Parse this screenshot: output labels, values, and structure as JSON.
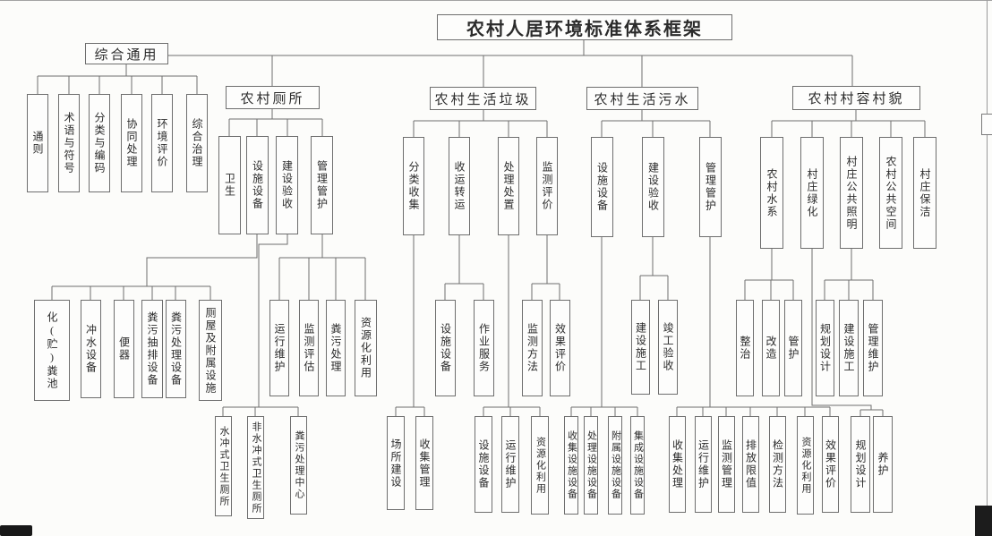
{
  "title": "农村人居环境标准体系框架",
  "colors": {
    "line": "#6e6e6e",
    "box_border": "#6e6e6e",
    "text": "#2b2b2b",
    "background": "#fcfcfa"
  },
  "nodes": [
    {
      "id": "root",
      "label": "农村人居环境标准体系框架",
      "parent": null
    },
    {
      "id": "zonghe",
      "label": "综合通用",
      "parent": "root"
    },
    {
      "id": "cesuo",
      "label": "农村厕所",
      "parent": "root"
    },
    {
      "id": "laji",
      "label": "农村生活垃圾",
      "parent": "root"
    },
    {
      "id": "wushui",
      "label": "农村生活污水",
      "parent": "root"
    },
    {
      "id": "cunmao",
      "label": "农村村容村貌",
      "parent": "root"
    },
    {
      "id": "tongze",
      "label": "通则",
      "parent": "zonghe"
    },
    {
      "id": "shuyu",
      "label": "术语与符号",
      "parent": "zonghe"
    },
    {
      "id": "fenlei",
      "label": "分类与编码",
      "parent": "zonghe"
    },
    {
      "id": "xietong",
      "label": "协同处理",
      "parent": "zonghe"
    },
    {
      "id": "huanjing",
      "label": "环境评价",
      "parent": "zonghe"
    },
    {
      "id": "zhili",
      "label": "综合治理",
      "parent": "zonghe"
    },
    {
      "id": "weisheng",
      "label": "卫生",
      "parent": "cesuo"
    },
    {
      "id": "cs-sheshi",
      "label": "设施设备",
      "parent": "cesuo"
    },
    {
      "id": "cs-jianshe",
      "label": "建设验收",
      "parent": "cesuo"
    },
    {
      "id": "cs-guanli",
      "label": "管理管护",
      "parent": "cesuo"
    },
    {
      "id": "huafen",
      "label": "化(贮)粪池",
      "parent": "cs-sheshi"
    },
    {
      "id": "chongshui",
      "label": "冲水设备",
      "parent": "cs-sheshi"
    },
    {
      "id": "bianqi",
      "label": "便器",
      "parent": "cs-sheshi"
    },
    {
      "id": "choupai",
      "label": "粪污抽排设备",
      "parent": "cs-sheshi"
    },
    {
      "id": "fenchuli",
      "label": "粪污处理设备",
      "parent": "cs-sheshi"
    },
    {
      "id": "cewu",
      "label": "厕屋及附属设施",
      "parent": "cs-sheshi"
    },
    {
      "id": "shuichong",
      "label": "水冲式卫生厕所",
      "parent": "cs-jianshe"
    },
    {
      "id": "feishuichong",
      "label": "非水冲式卫生厕所",
      "parent": "cs-jianshe"
    },
    {
      "id": "fenzhongxin",
      "label": "粪污处理中心",
      "parent": "cs-jianshe"
    },
    {
      "id": "yunxing",
      "label": "运行维护",
      "parent": "cs-guanli"
    },
    {
      "id": "jcpg",
      "label": "监测评估",
      "parent": "cs-guanli"
    },
    {
      "id": "fwcl",
      "label": "粪污处理",
      "parent": "cs-guanli"
    },
    {
      "id": "zyhly",
      "label": "资源化利用",
      "parent": "cs-guanli"
    },
    {
      "id": "lj-fenlei",
      "label": "分类收集",
      "parent": "laji"
    },
    {
      "id": "lj-shouyun",
      "label": "收运转运",
      "parent": "laji"
    },
    {
      "id": "lj-chuli",
      "label": "处理处置",
      "parent": "laji"
    },
    {
      "id": "lj-jiance",
      "label": "监测评价",
      "parent": "laji"
    },
    {
      "id": "changsuo",
      "label": "场所建设",
      "parent": "lj-fenlei"
    },
    {
      "id": "sjgl",
      "label": "收集管理",
      "parent": "lj-fenlei"
    },
    {
      "id": "lj-ss",
      "label": "设施设备",
      "parent": "lj-shouyun"
    },
    {
      "id": "zuoye",
      "label": "作业服务",
      "parent": "lj-shouyun"
    },
    {
      "id": "lj-ss2",
      "label": "设施设备",
      "parent": "lj-chuli"
    },
    {
      "id": "lj-yx",
      "label": "运行维护",
      "parent": "lj-chuli"
    },
    {
      "id": "lj-zyh",
      "label": "资源化利用",
      "parent": "lj-chuli"
    },
    {
      "id": "jcff",
      "label": "监测方法",
      "parent": "lj-jiance"
    },
    {
      "id": "xgpj",
      "label": "效果评价",
      "parent": "lj-jiance"
    },
    {
      "id": "ws-sheshi",
      "label": "设施设备",
      "parent": "wushui"
    },
    {
      "id": "ws-jianshe",
      "label": "建设验收",
      "parent": "wushui"
    },
    {
      "id": "ws-guanli",
      "label": "管理管护",
      "parent": "wushui"
    },
    {
      "id": "ss-shouji",
      "label": "收集设施设备",
      "parent": "ws-sheshi"
    },
    {
      "id": "ss-chuli",
      "label": "处理设施设备",
      "parent": "ws-sheshi"
    },
    {
      "id": "ss-fushu",
      "label": "附属设施设备",
      "parent": "ws-sheshi"
    },
    {
      "id": "ss-jicheng",
      "label": "集成设施设备",
      "parent": "ws-sheshi"
    },
    {
      "id": "js-sg",
      "label": "建设施工",
      "parent": "ws-jianshe"
    },
    {
      "id": "jungong",
      "label": "竣工验收",
      "parent": "ws-jianshe"
    },
    {
      "id": "sjcl",
      "label": "收集处理",
      "parent": "ws-guanli"
    },
    {
      "id": "ws-yx",
      "label": "运行维护",
      "parent": "ws-guanli"
    },
    {
      "id": "jcgl",
      "label": "监测管理",
      "parent": "ws-guanli"
    },
    {
      "id": "paifang",
      "label": "排放限值",
      "parent": "ws-guanli"
    },
    {
      "id": "jianceff",
      "label": "检测方法",
      "parent": "ws-guanli"
    },
    {
      "id": "ws-zyh",
      "label": "资源化利用",
      "parent": "ws-guanli"
    },
    {
      "id": "ws-xgpj",
      "label": "效果评价",
      "parent": "ws-guanli"
    },
    {
      "id": "shuixi",
      "label": "农村水系",
      "parent": "cunmao"
    },
    {
      "id": "lvhua",
      "label": "村庄绿化",
      "parent": "cunmao"
    },
    {
      "id": "zhaoming",
      "label": "村庄公共照明",
      "parent": "cunmao"
    },
    {
      "id": "kongjian",
      "label": "农村公共空间",
      "parent": "cunmao"
    },
    {
      "id": "baojie",
      "label": "村庄保洁",
      "parent": "cunmao"
    },
    {
      "id": "zhengzhi",
      "label": "整治",
      "parent": "shuixi"
    },
    {
      "id": "gaizao",
      "label": "改造",
      "parent": "shuixi"
    },
    {
      "id": "guanhu",
      "label": "管护",
      "parent": "shuixi"
    },
    {
      "id": "lv-ghsj",
      "label": "规划设计",
      "parent": "lvhua"
    },
    {
      "id": "yanghu",
      "label": "养护",
      "parent": "lvhua"
    },
    {
      "id": "zm-ghsj",
      "label": "规划设计",
      "parent": "zhaoming"
    },
    {
      "id": "zm-jssg",
      "label": "建设施工",
      "parent": "zhaoming"
    },
    {
      "id": "glwh",
      "label": "管理维护",
      "parent": "zhaoming"
    }
  ]
}
